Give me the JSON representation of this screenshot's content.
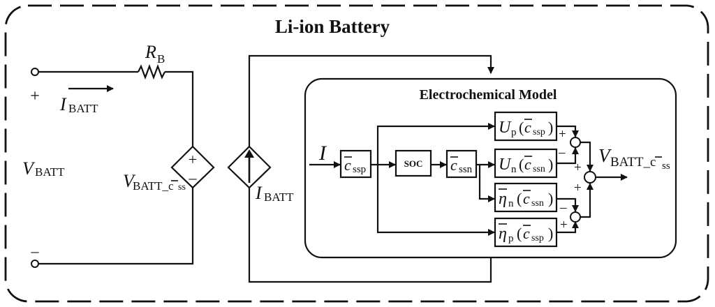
{
  "title": "Li-ion Battery",
  "model_title": "Electrochemical Model",
  "terminals": {
    "plus_sign": "+",
    "minus_sign": "–",
    "v_batt": "V",
    "v_batt_sub": "BATT"
  },
  "circuit": {
    "resistor_label": "R",
    "resistor_sub": "B",
    "current_label": "I",
    "current_sub": "BATT",
    "vsource_label": "V",
    "vsource_sub": "BATT_c",
    "vsource_sub_tail": "ss",
    "vsource_plus": "+",
    "vsource_minus": "–",
    "isource_label": "I",
    "isource_sub": "BATT"
  },
  "model": {
    "input_label": "I",
    "block_cssp": {
      "sym": "c",
      "sub": "ssp"
    },
    "block_soc": "SOC",
    "block_cssn": {
      "sym": "c",
      "sub": "ssn"
    },
    "block_up": {
      "sym": "U",
      "sub": "p",
      "arg": "c",
      "arg_sub": "ssp"
    },
    "block_un": {
      "sym": "U",
      "sub": "n",
      "arg": "c",
      "arg_sub": "ssn"
    },
    "block_etan": {
      "sym": "η",
      "sub": "n",
      "arg": "c",
      "arg_sub": "ssn"
    },
    "block_etap": {
      "sym": "η",
      "sub": "p",
      "arg": "c",
      "arg_sub": "ssp"
    },
    "signs": {
      "plus": "+",
      "minus": "–"
    },
    "output_label": "V",
    "output_sub": "BATT_c",
    "output_sub_tail": "ss"
  }
}
